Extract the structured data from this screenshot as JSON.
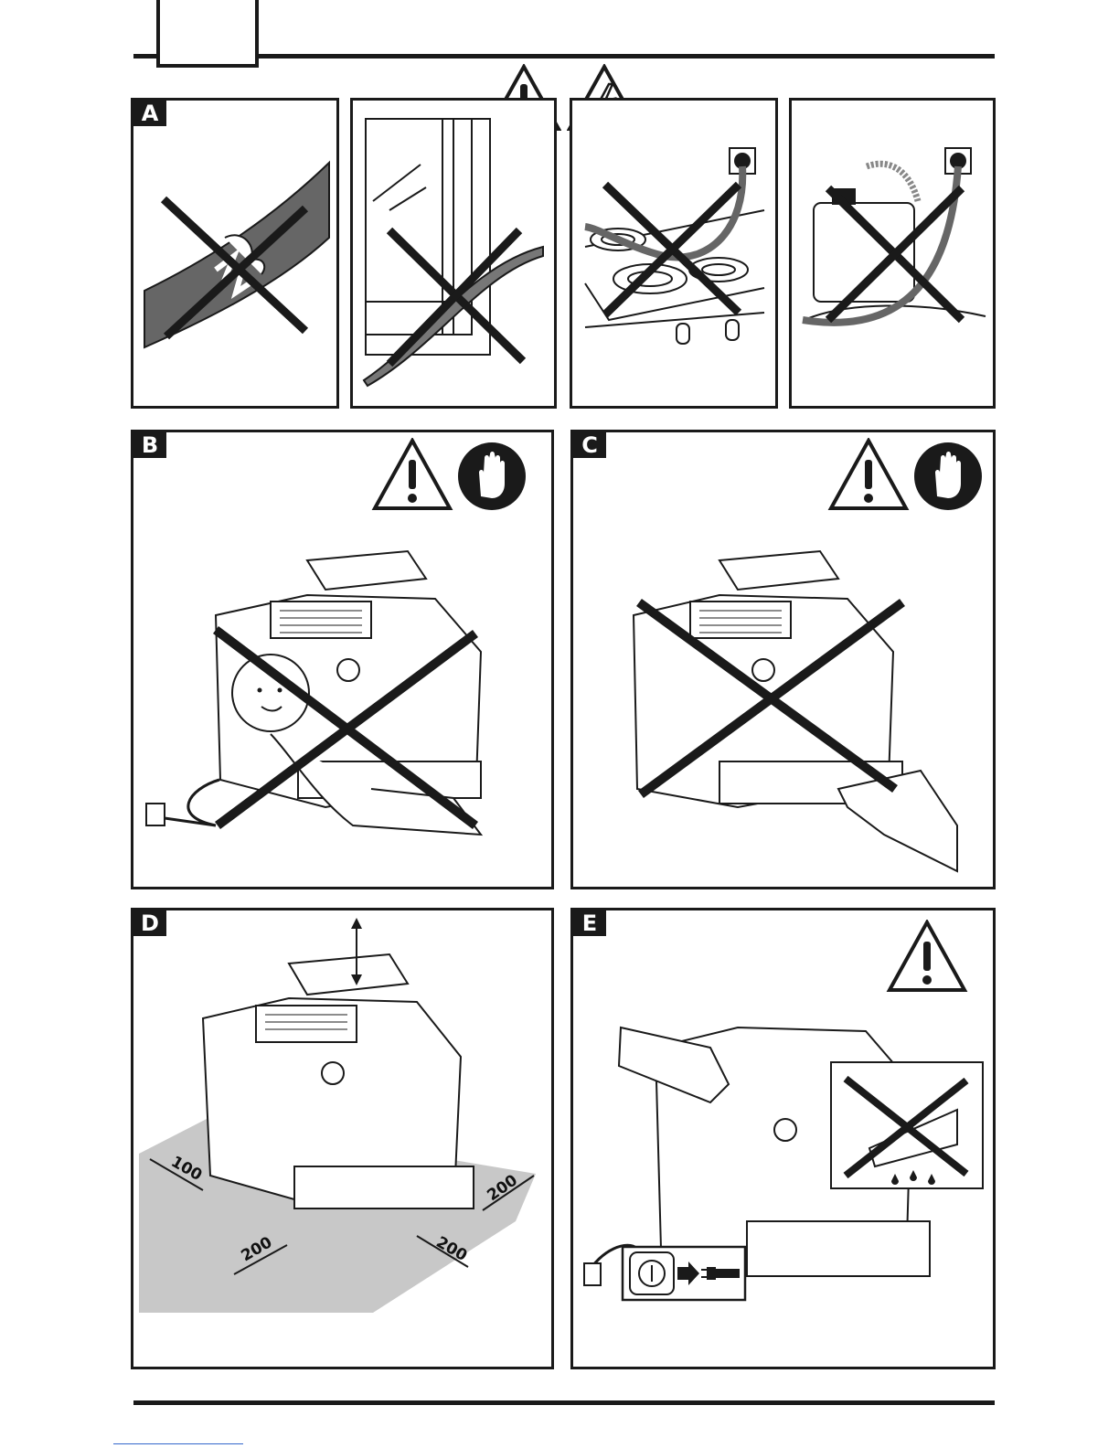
{
  "page": {
    "panel_labels": {
      "a": "A",
      "b": "B",
      "c": "C",
      "d": "D",
      "e": "E"
    },
    "dimensions": {
      "left_side": "100",
      "right_side": "200",
      "back": "200",
      "front": "200"
    }
  },
  "icons": {
    "warning": "warning-triangle-icon",
    "electric": "electric-shock-icon",
    "stop_hand": "stop-hand-icon",
    "unplug": "unplug-icon"
  },
  "colors": {
    "line": "#1a1a1a",
    "floor_gray": "#c8c8c8",
    "cable_gray": "#666666"
  }
}
